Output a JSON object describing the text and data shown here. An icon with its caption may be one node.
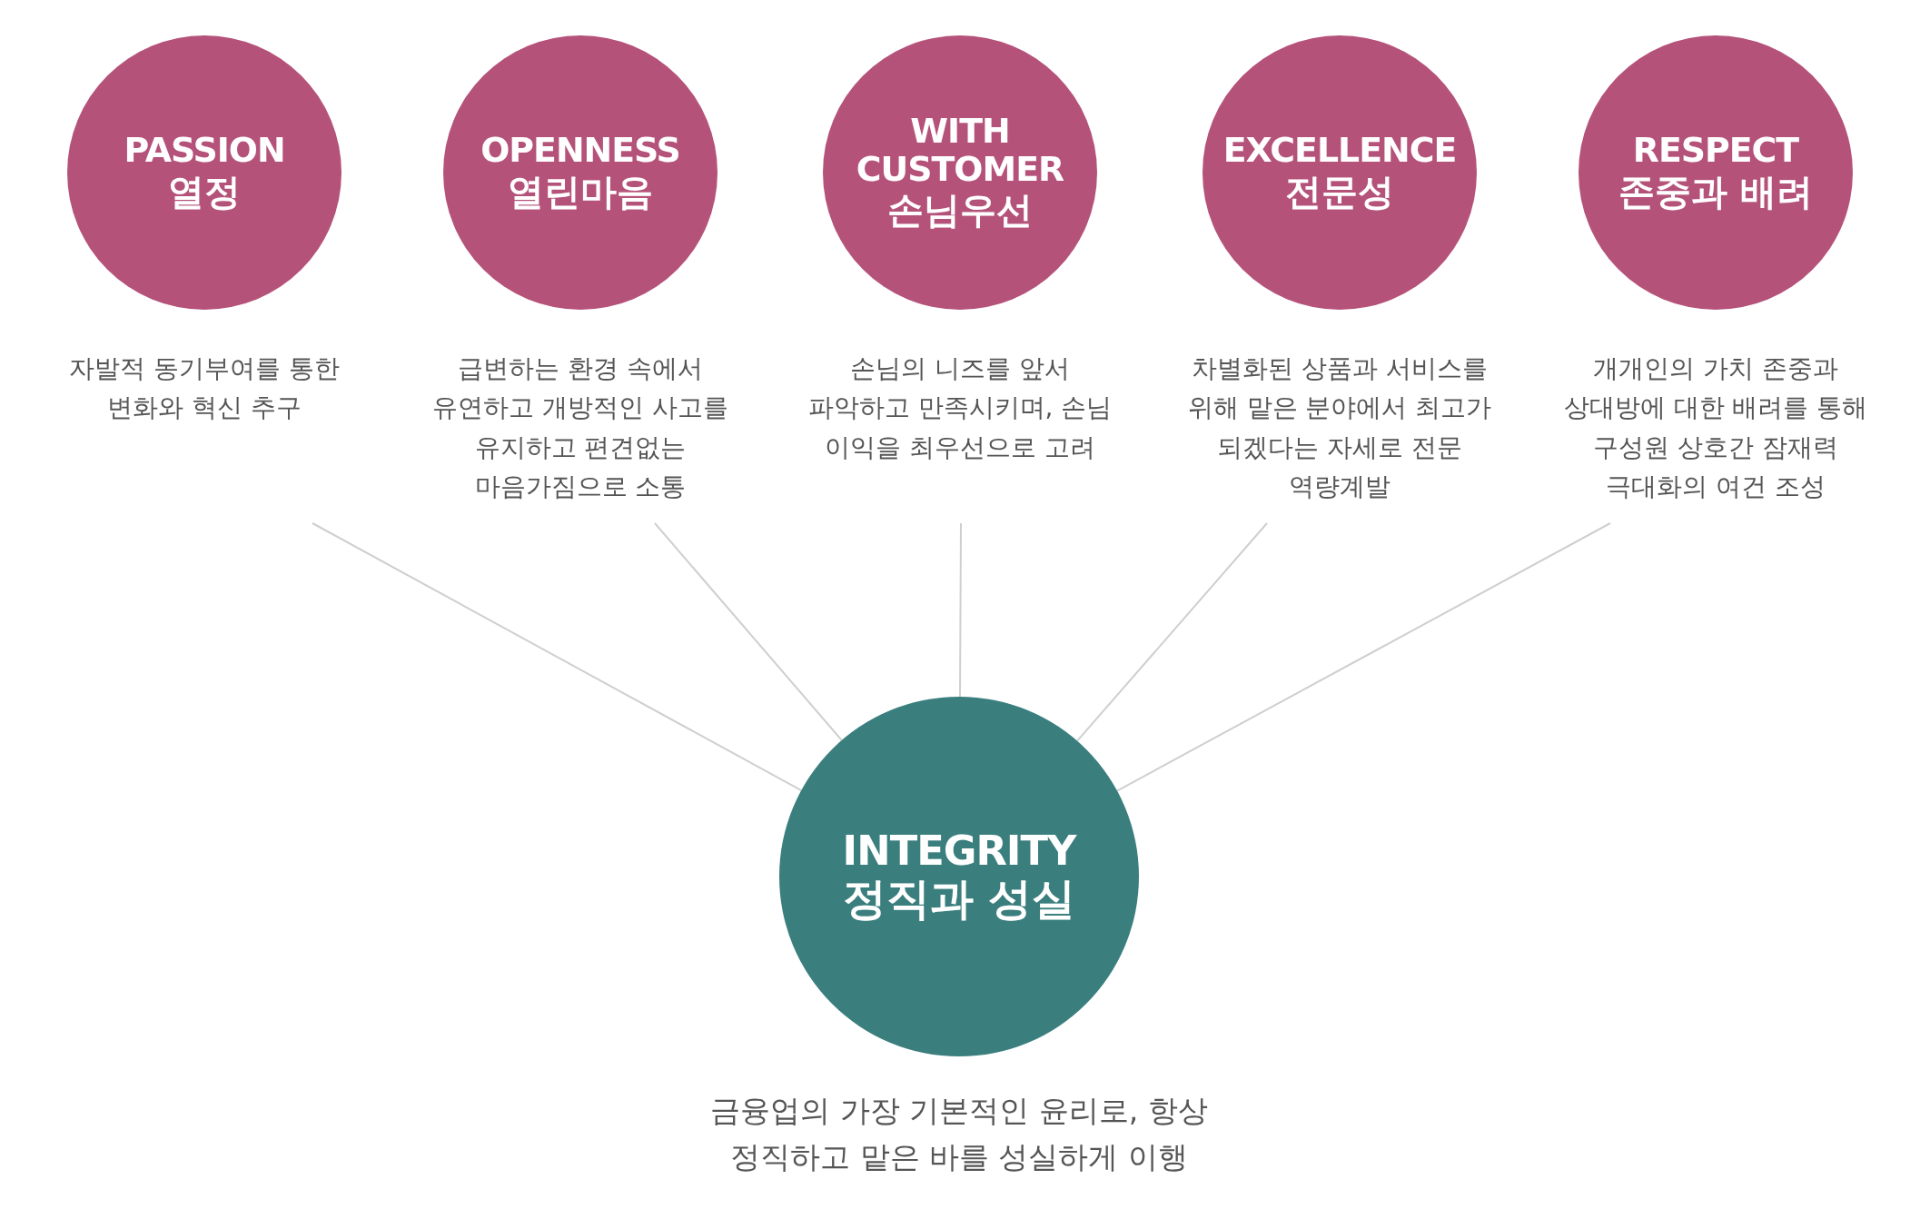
{
  "diagram": {
    "nodes": [
      {
        "text": [
          "PASSION",
          "열정"
        ],
        "beside": [
          "자발적 동기부여를 통한 변화와 혁신 추구"
        ]
      },
      {
        "text": [
          "OPENNESS",
          "열린마음"
        ],
        "beside": [
          "급변하는 환경 속에서 유연하고 개방적인 사고를 유지하고 편견없는 마음가짐으로 소통"
        ]
      },
      {
        "text": [
          "WITH CUSTOMER",
          "손님우선"
        ],
        "beside": [
          "손님의 니즈를 앞서 파악하고 만족시키며, 손님 이익을 최우선으로 고려"
        ]
      },
      {
        "text": [
          "EXCELLENCE",
          "전문성"
        ],
        "beside": [
          "차별화된 상품과 서비스를 위해 맡은 분야에서 최고가 되겠다는 자세로 전문 역량계발"
        ]
      },
      {
        "text": [
          "RESPECT",
          "존중과 배려"
        ],
        "beside": [
          "개개인의 가치 존중과 상대방에 대한 배려를 통해 구성원 상호간 잠재력 극대화의 여건 조성"
        ]
      },
      {
        "text": [
          "INTEGRITY",
          "정직과 성실"
        ],
        "beside": [
          "금융업의 가장 기본적인 윤리로, 항상 정직하고 맡은 바를 성실하게 이행"
        ]
      }
    ],
    "edges": [
      {
        "from": 0,
        "to": 5,
        "arrow": "none"
      },
      {
        "from": 1,
        "to": 5,
        "arrow": "none"
      },
      {
        "from": 2,
        "to": 5,
        "arrow": "none"
      },
      {
        "from": 3,
        "to": 5,
        "arrow": "none"
      },
      {
        "from": 4,
        "to": 5,
        "arrow": "none"
      }
    ]
  }
}
